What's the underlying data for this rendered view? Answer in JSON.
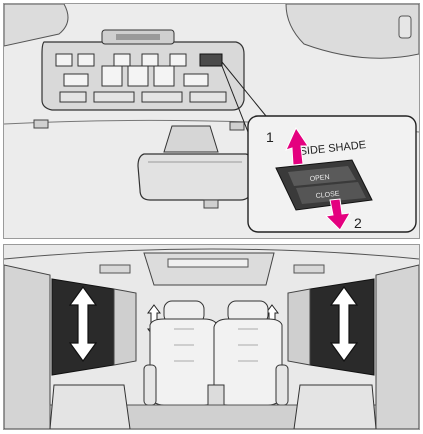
{
  "figure": {
    "callout": {
      "switch_label": "SIDE SHADE",
      "open_label": "OPEN",
      "close_label": "CLOSE",
      "step_up_number": "1",
      "step_down_number": "2"
    },
    "colors": {
      "arrow_magenta": "#e4007f",
      "arrow_fill_white": "#ffffff",
      "line_dark": "#3c3c3c",
      "background_gray": "#ededed"
    },
    "icons": [
      "up-arrow-icon",
      "down-arrow-icon",
      "double-arrow-icon"
    ]
  }
}
